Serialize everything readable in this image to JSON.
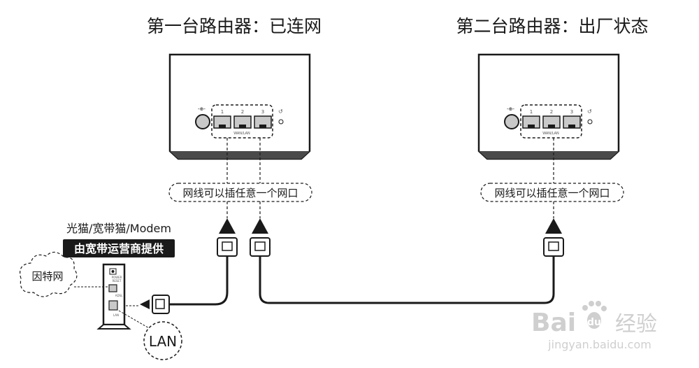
{
  "router1": {
    "title": "第一台路由器：已连网",
    "port_numbers": [
      "1",
      "2",
      "3"
    ],
    "port_caption": "WAN/LAN",
    "port_note": "网线可以插任意一个网口"
  },
  "router2": {
    "title": "第二台路由器：出厂状态",
    "port_numbers": [
      "1",
      "2",
      "3"
    ],
    "port_caption": "WAN/LAN",
    "port_note": "网线可以插任意一个网口"
  },
  "modem": {
    "label": "光猫/宽带猫/Modem",
    "badge": "由宽带运营商提供",
    "port_labels": [
      "POWER",
      "RESET",
      "ADSL",
      "LAN"
    ],
    "internet_label": "因特网",
    "lan_callout": "LAN"
  },
  "watermark": {
    "brand_latin_1": "Bai",
    "brand_latin_2": "du",
    "brand_cn": "经验",
    "url": "jingyan.baidu.com"
  },
  "colors": {
    "ink": "#1a1a1a",
    "router_side": "#4a4a4a",
    "port_fill": "#c9c9c9",
    "badge_bg": "#1a1a1a",
    "watermark": "#cfcfcf"
  }
}
